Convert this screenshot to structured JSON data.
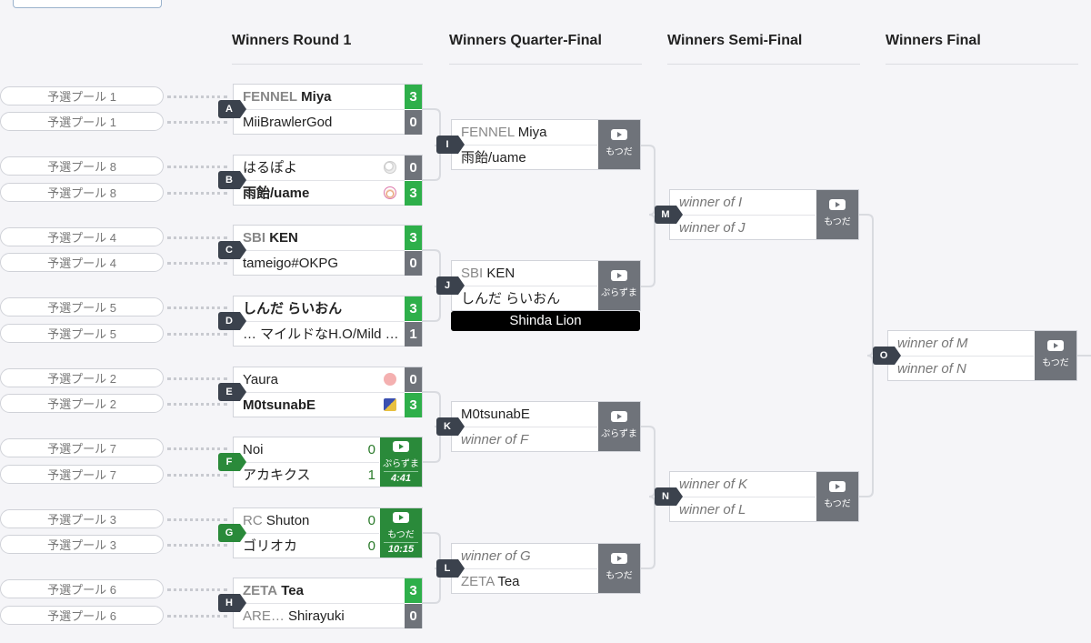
{
  "headers": {
    "round1": "Winners Round 1",
    "quarter": "Winners Quarter-Final",
    "semi": "Winners Semi-Final",
    "final": "Winners Final"
  },
  "pools": [
    "予選プール 1",
    "予選プール 1",
    "予選プール 8",
    "予選プール 8",
    "予選プール 4",
    "予選プール 4",
    "予選プール 5",
    "予選プール 5",
    "予選プール 2",
    "予選プール 2",
    "予選プール 7",
    "予選プール 7",
    "予選プール 3",
    "予選プール 3",
    "予選プール 6",
    "予選プール 6"
  ],
  "matches": {
    "A": {
      "tag": "A",
      "p1_team": "FENNEL",
      "p1_name": "Miya",
      "p1_score": "3",
      "p2_name": "MiiBrawlerGod",
      "p2_score": "0"
    },
    "B": {
      "tag": "B",
      "p1_name": "はるぽよ",
      "p1_score": "0",
      "p1_icon": "magnifier-character-icon",
      "p2_name": "雨飴/uame",
      "p2_score": "3",
      "p2_icon": "egg-character-icon"
    },
    "C": {
      "tag": "C",
      "p1_team": "SBI",
      "p1_name": "KEN",
      "p1_score": "3",
      "p2_name": "tameigo#OKPG",
      "p2_score": "0"
    },
    "D": {
      "tag": "D",
      "p1_name": "しんだ らいおん",
      "p1_score": "3",
      "p2_name": "… マイルドなH.O/Mild …",
      "p2_score": "1"
    },
    "E": {
      "tag": "E",
      "p1_name": "Yaura",
      "p1_score": "0",
      "p2_name": "M0tsunabE",
      "p2_score": "3"
    },
    "F": {
      "tag": "F",
      "p1_name": "Noi",
      "p1_score": "0",
      "p2_name": "アカキクス",
      "p2_score": "1",
      "stream": "ぷらずま",
      "time": "4:41"
    },
    "G": {
      "tag": "G",
      "p1_team": "RC",
      "p1_name": "Shuton",
      "p1_score": "0",
      "p2_name": "ゴリオカ",
      "p2_score": "0",
      "stream": "もつだ",
      "time": "10:15"
    },
    "H": {
      "tag": "H",
      "p1_team": "ZETA",
      "p1_name": "Tea",
      "p1_score": "3",
      "p2_team": "ARE…",
      "p2_name": "Shirayuki",
      "p2_score": "0"
    },
    "I": {
      "tag": "I",
      "p1_team": "FENNEL",
      "p1_name": "Miya",
      "p2_name": "雨飴/uame",
      "stream": "もつだ"
    },
    "J": {
      "tag": "J",
      "p1_team": "SBI",
      "p1_name": "KEN",
      "p2_name": "しんだ らいおん",
      "stream": "ぷらずま",
      "caption": "Shinda Lion"
    },
    "K": {
      "tag": "K",
      "p1_name": "M0tsunabE",
      "p2_name": "winner of F",
      "stream": "ぷらずま"
    },
    "L": {
      "tag": "L",
      "p1_name": "winner of G",
      "p2_team": "ZETA",
      "p2_name": "Tea",
      "stream": "もつだ"
    },
    "M": {
      "tag": "M",
      "p1_name": "winner of I",
      "p2_name": "winner of J",
      "stream": "もつだ"
    },
    "N": {
      "tag": "N",
      "p1_name": "winner of K",
      "p2_name": "winner of L",
      "stream": "もつだ"
    },
    "O": {
      "tag": "O",
      "p1_name": "winner of M",
      "p2_name": "winner of N",
      "stream": "もつだ"
    }
  },
  "colors": {
    "win": "#2eaf4a",
    "lose": "#6f737a",
    "live": "#2a8a3a",
    "tag": "#3b424d"
  }
}
